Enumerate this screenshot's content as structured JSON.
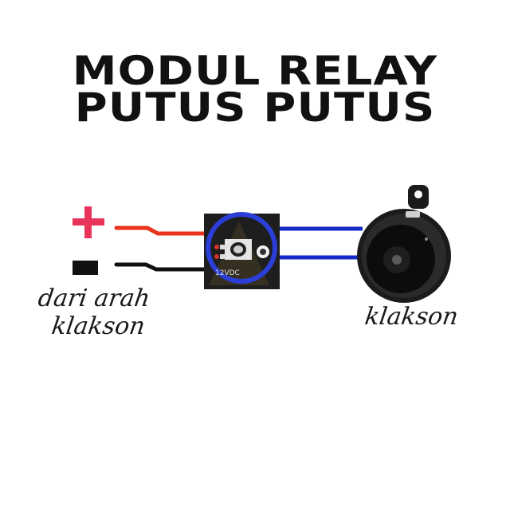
{
  "title": {
    "line1": "MODUL RELAY",
    "line2": "PUTUS PUTUS"
  },
  "labels": {
    "source": [
      "dari arah",
      "klakson"
    ],
    "horn": "klakson",
    "module_text": "12VDC"
  },
  "colors": {
    "positive": "#e8335a",
    "negative": "#111111",
    "wire_red": "#e8341c",
    "wire_black": "#111111",
    "wire_blue": "#1529c8",
    "module_ring": "#2b3fd8",
    "horn_body": "#1b1b1b"
  },
  "icons": {
    "positive": "plus-icon",
    "negative": "minus-icon",
    "module": "relay-module-icon",
    "horn": "horn-icon"
  }
}
